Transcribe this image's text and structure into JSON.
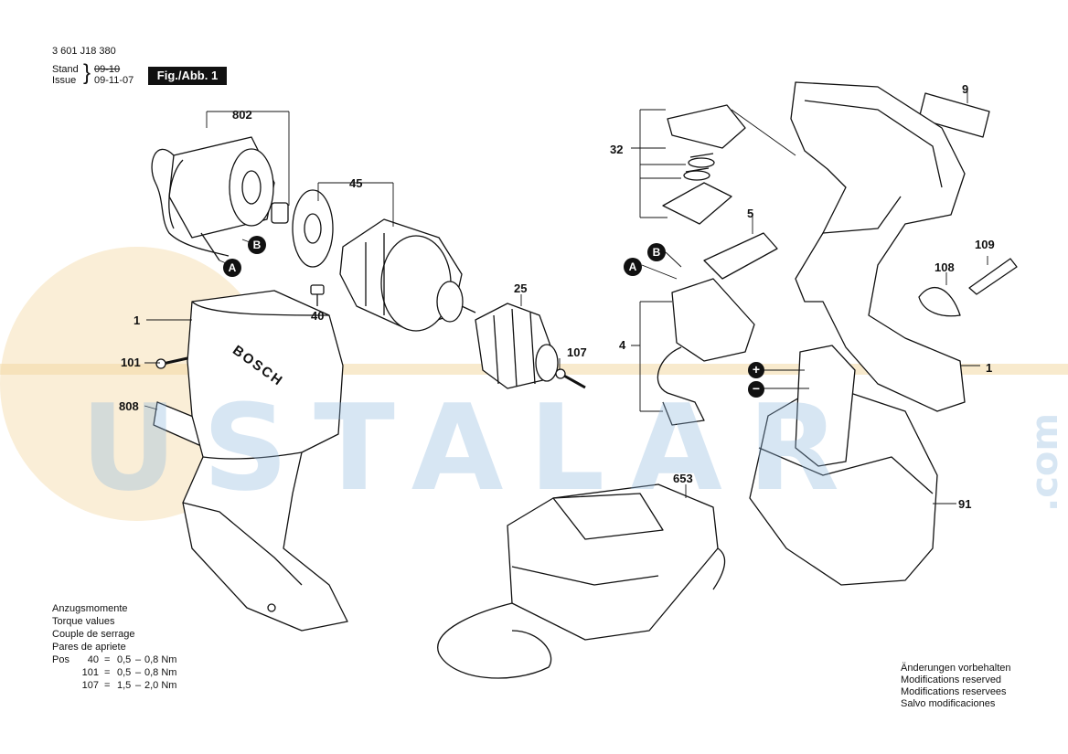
{
  "header": {
    "doc_number": "3 601 J18 380",
    "stand_label": "Stand",
    "issue_label": "Issue",
    "old_date": "09-10",
    "new_date": "09-11-07",
    "figure": "Fig./Abb. 1"
  },
  "parts": {
    "p802": "802",
    "p45": "45",
    "p40": "40",
    "p25": "25",
    "p107": "107",
    "p1_left": "1",
    "p101": "101",
    "p808": "808",
    "p32": "32",
    "p9": "9",
    "p5": "5",
    "p4": "4",
    "p109": "109",
    "p108": "108",
    "p1_right": "1",
    "p653": "653",
    "p91": "91"
  },
  "markers": {
    "a": "A",
    "b": "B",
    "plus": "+",
    "minus": "−"
  },
  "brand": {
    "name": "BOSCH"
  },
  "watermark": {
    "text": "USTALAR",
    "suffix": ".com",
    "color": "#8fb8de",
    "disc_color": "#f3d9a4"
  },
  "torque": {
    "titles": [
      "Anzugsmomente",
      "Torque values",
      "Couple de serrage",
      "Pares de apriete"
    ],
    "pos_label": "Pos",
    "rows": [
      {
        "pos": "40",
        "eq": "=",
        "min": "0,5",
        "max": "0,8 Nm"
      },
      {
        "pos": "101",
        "eq": "=",
        "min": "0,5",
        "max": "0,8 Nm"
      },
      {
        "pos": "107",
        "eq": "=",
        "min": "1,5",
        "max": "2,0 Nm"
      }
    ]
  },
  "notes": [
    "Änderungen vorbehalten",
    "Modifications reserved",
    "Modifications reservees",
    "Salvo modificaciones"
  ]
}
